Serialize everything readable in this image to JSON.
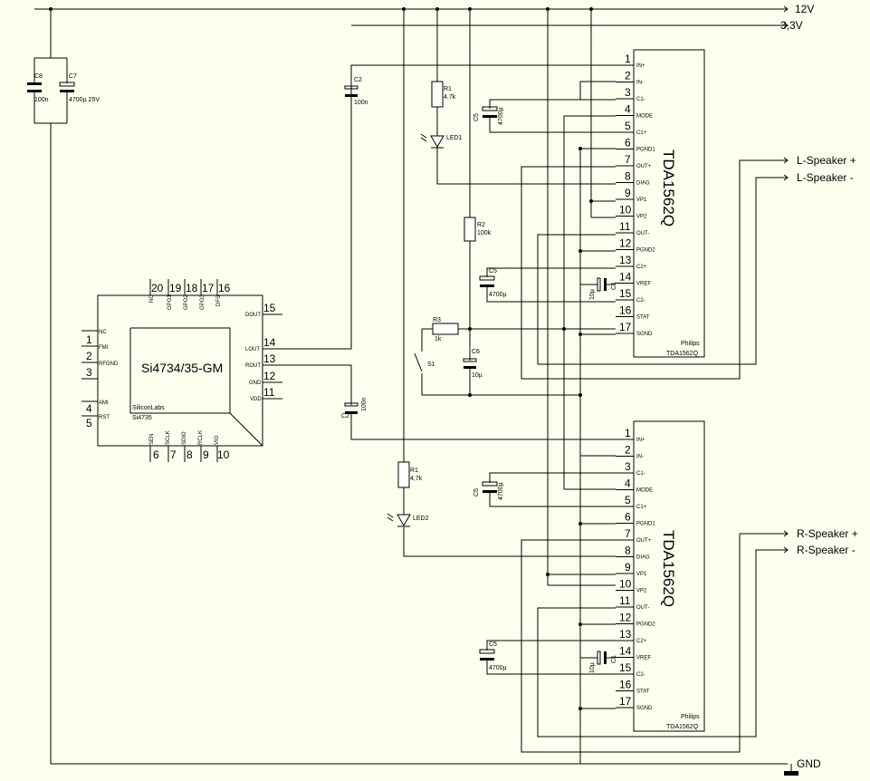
{
  "nets": {
    "v12": "12V",
    "v33": "3,3V",
    "gnd": "GND"
  },
  "speakers": {
    "l_plus": "L-Speaker +",
    "l_minus": "L-Speaker -",
    "r_plus": "R-Speaker +",
    "r_minus": "R-Speaker -"
  },
  "supply_caps": {
    "c8_name": "C8",
    "c8_value": "100n",
    "c7_name": "C7",
    "c7_value": "4700µ 25V"
  },
  "radio": {
    "ic_name": "Si4734/35-GM",
    "maker": "SiliconLabs",
    "part": "Si4735",
    "left_pins": [
      {
        "num": "",
        "name": "NC"
      },
      {
        "num": "1",
        "name": "FMI"
      },
      {
        "num": "2",
        "name": "RFGND"
      },
      {
        "num": "3",
        "name": ""
      },
      {
        "num": "4",
        "name": "AMI"
      },
      {
        "num": "5",
        "name": "RST"
      }
    ],
    "top_pins": [
      {
        "num": "20",
        "name": "NC"
      },
      {
        "num": "19",
        "name": "GPO1"
      },
      {
        "num": "18",
        "name": "GPO2"
      },
      {
        "num": "17",
        "name": "GPO3"
      },
      {
        "num": "16",
        "name": "DFS"
      }
    ],
    "right_pins": [
      {
        "num": "15",
        "name": "DOUT"
      },
      {
        "num": "14",
        "name": "LOUT"
      },
      {
        "num": "13",
        "name": "ROUT"
      },
      {
        "num": "12",
        "name": "GND"
      },
      {
        "num": "11",
        "name": "VDD"
      }
    ],
    "bottom_pins": [
      {
        "num": "6",
        "name": "SEN"
      },
      {
        "num": "7",
        "name": "SCLK"
      },
      {
        "num": "8",
        "name": "SDIO"
      },
      {
        "num": "9",
        "name": "RCLK"
      },
      {
        "num": "10",
        "name": "VIO"
      }
    ]
  },
  "radio_caps": {
    "c2_top_name": "C2",
    "c2_top_value": "100n",
    "c2_bot_name": "C2",
    "c2_bot_value": "100n"
  },
  "led_top": {
    "r_name": "R1",
    "r_value": "4,7k",
    "led_name": "LED1"
  },
  "led_bot": {
    "r_name": "R1",
    "r_value": "4,7k",
    "led_name": "LED2"
  },
  "standby": {
    "r2_name": "R2",
    "r2_value": "100k",
    "r3_name": "R3",
    "r3_value": "1k",
    "c6_name": "C6",
    "c6_value": "10µ",
    "s1_name": "S1"
  },
  "amp_top": {
    "ic_name": "TDA1562Q",
    "maker": "Philips",
    "part": "TDA1562Q",
    "pins": [
      {
        "num": "1",
        "name": "IN+"
      },
      {
        "num": "2",
        "name": "IN-"
      },
      {
        "num": "3",
        "name": "C1-"
      },
      {
        "num": "4",
        "name": "MODE"
      },
      {
        "num": "5",
        "name": "C1+"
      },
      {
        "num": "6",
        "name": "PGND1"
      },
      {
        "num": "7",
        "name": "OUT+"
      },
      {
        "num": "8",
        "name": "DIAG"
      },
      {
        "num": "9",
        "name": "VP1"
      },
      {
        "num": "10",
        "name": "VP2"
      },
      {
        "num": "11",
        "name": "OUT-"
      },
      {
        "num": "12",
        "name": "PGND2"
      },
      {
        "num": "13",
        "name": "C2+"
      },
      {
        "num": "14",
        "name": "VREF"
      },
      {
        "num": "15",
        "name": "C2-"
      },
      {
        "num": "16",
        "name": "STAT"
      },
      {
        "num": "17",
        "name": "SGND"
      }
    ],
    "c5a_name": "C5",
    "c5a_value": "4700µ",
    "c5b_name": "C5",
    "c5b_value": "4700µ",
    "c1_name": "C1",
    "c1_value": "10µ"
  },
  "amp_bot": {
    "ic_name": "TDA1562Q",
    "maker": "Philips",
    "part": "TDA1562Q",
    "pins": [
      {
        "num": "1",
        "name": "IN+"
      },
      {
        "num": "2",
        "name": "IN-"
      },
      {
        "num": "3",
        "name": "C1-"
      },
      {
        "num": "4",
        "name": "MODE"
      },
      {
        "num": "5",
        "name": "C1+"
      },
      {
        "num": "6",
        "name": "PGND1"
      },
      {
        "num": "7",
        "name": "OUT+"
      },
      {
        "num": "8",
        "name": "DIAG"
      },
      {
        "num": "9",
        "name": "VP1"
      },
      {
        "num": "10",
        "name": "VP2"
      },
      {
        "num": "11",
        "name": "OUT-"
      },
      {
        "num": "12",
        "name": "PGND2"
      },
      {
        "num": "13",
        "name": "C2+"
      },
      {
        "num": "14",
        "name": "VREF"
      },
      {
        "num": "15",
        "name": "C2-"
      },
      {
        "num": "16",
        "name": "STAT"
      },
      {
        "num": "17",
        "name": "SGND"
      }
    ],
    "c5a_name": "C5",
    "c5a_value": "4700µ",
    "c5b_name": "C5",
    "c5b_value": "4700µ",
    "c1_name": "C1",
    "c1_value": "10µ"
  }
}
